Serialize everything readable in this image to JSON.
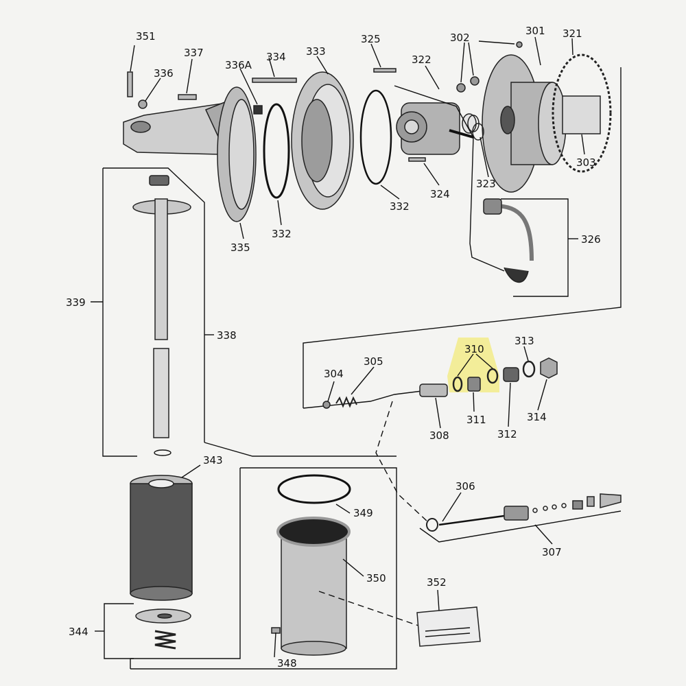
{
  "labels": {
    "p301": "301",
    "p302": "302",
    "p303": "303",
    "p304": "304",
    "p305": "305",
    "p306": "306",
    "p307": "307",
    "p308": "308",
    "p310": "310",
    "p311": "311",
    "p312": "312",
    "p313": "313",
    "p314": "314",
    "p321": "321",
    "p322": "322",
    "p323": "323",
    "p324": "324",
    "p325": "325",
    "p326": "326",
    "p332a": "332",
    "p332b": "332",
    "p333": "333",
    "p334": "334",
    "p335": "335",
    "p336": "336",
    "p336A": "336A",
    "p337": "337",
    "p338": "338",
    "p339": "339",
    "p343": "343",
    "p344": "344",
    "p348": "348",
    "p349": "349",
    "p350": "350",
    "p351": "351",
    "p352": "352"
  },
  "highlight_color": "#f3ec8f"
}
